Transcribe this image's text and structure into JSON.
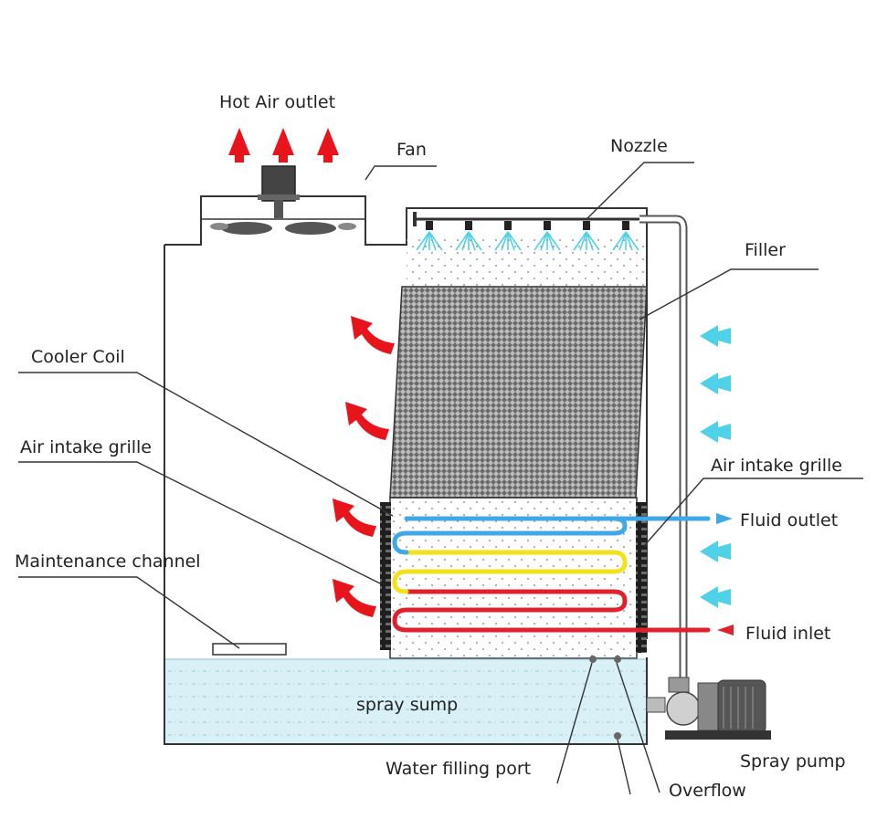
{
  "labels": {
    "hot_air_outlet": "Hot Air outlet",
    "fan": "Fan",
    "nozzle": "Nozzle",
    "filler": "Filler",
    "cooler_coil": "Cooler Coil",
    "air_intake_grille_left": "Air intake grille",
    "air_intake_grille_right": "Air intake grille",
    "fluid_outlet": "Fluid outlet",
    "fluid_inlet": "Fluid inlet",
    "maintenance_channel": "Maintenance channel",
    "spray_sump": "spray sump",
    "water_filling_port": "Water filling port",
    "overflow": "Overflow",
    "spray_pump": "Spray pump"
  },
  "colors": {
    "hot_air": "#e8141b",
    "cool_air": "#4fd1e8",
    "coil_cold": "#3fa9e8",
    "coil_warm": "#f2e21a",
    "coil_hot": "#e0202a",
    "sump_water": "#d9f0f6",
    "filler": "#5a5a5a"
  },
  "nozzle_count": 6
}
